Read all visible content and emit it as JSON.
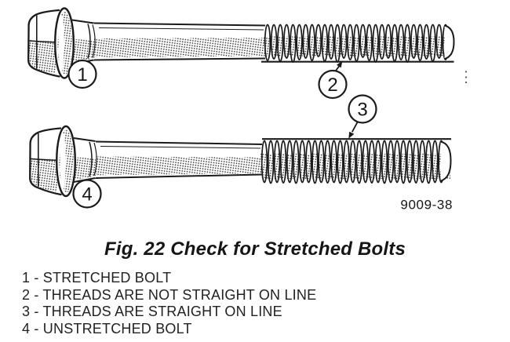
{
  "figure": {
    "caption": "Fig. 22 Check for Stretched Bolts",
    "drawing_number": "9009-38"
  },
  "callouts": {
    "c1": "1",
    "c2": "2",
    "c3": "3",
    "c4": "4"
  },
  "legend": [
    "1 - STRETCHED BOLT",
    "2 - THREADS ARE NOT STRAIGHT ON LINE",
    "3 - THREADS ARE STRAIGHT ON LINE",
    "4 - UNSTRETCHED BOLT"
  ],
  "colors": {
    "ink": "#1b1b1b",
    "paper": "#ffffff"
  }
}
